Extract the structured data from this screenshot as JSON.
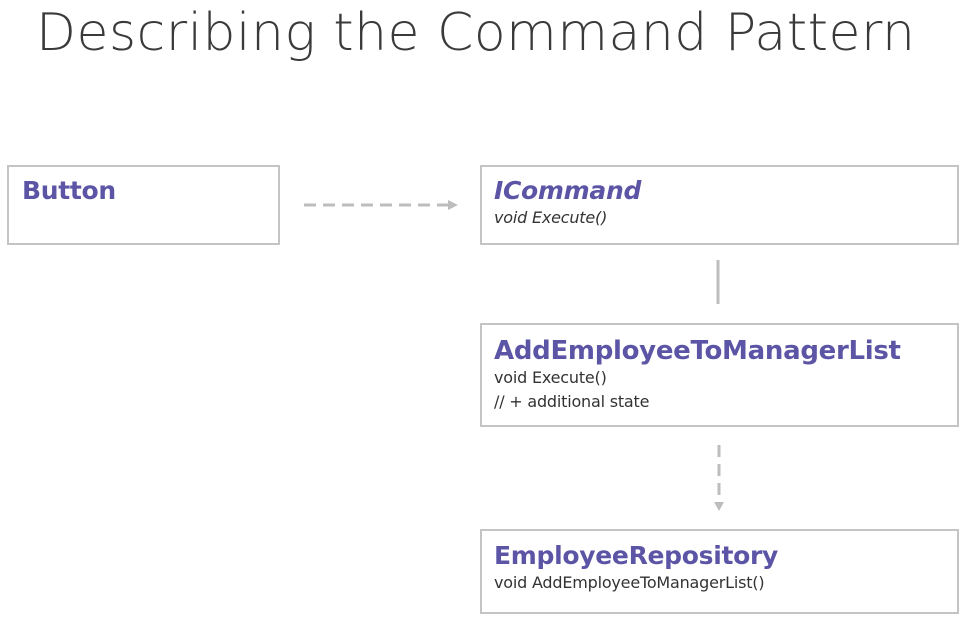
{
  "slide": {
    "title": "Describing the Command Pattern"
  },
  "diagram": {
    "button": {
      "name": "Button"
    },
    "icommand": {
      "name": "ICommand",
      "members": [
        "void Execute()"
      ]
    },
    "add_employee": {
      "name": "AddEmployeeToManagerList",
      "members": [
        "void Execute()",
        "// + additional state"
      ]
    },
    "repository": {
      "name": "EmployeeRepository",
      "members": [
        "void AddEmployeeToManagerList()"
      ]
    }
  },
  "colors": {
    "title": "#3a3a3a",
    "class_name": "#5c55a6",
    "member_text": "#333333",
    "box_border": "#c4c4c4",
    "connector": "#bdbdbd"
  }
}
